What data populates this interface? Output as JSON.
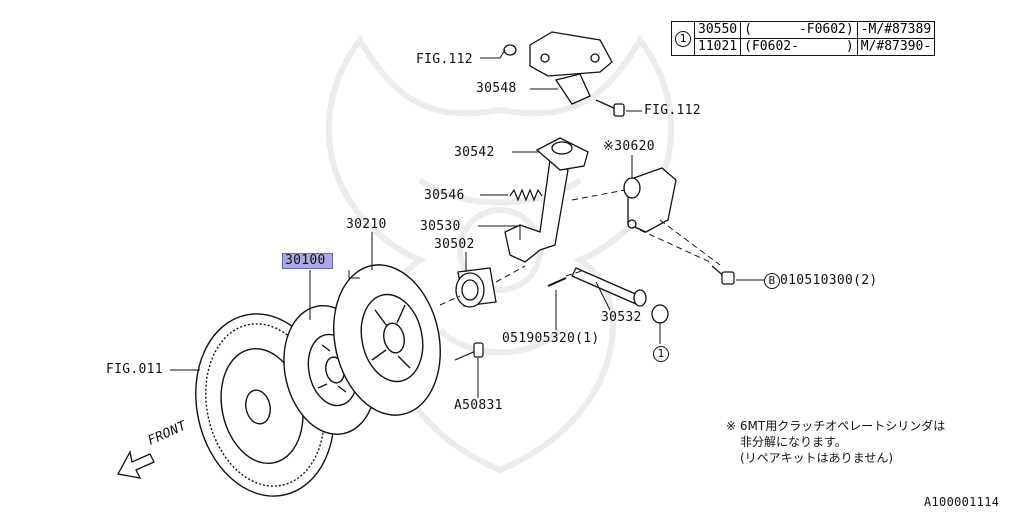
{
  "diagram": {
    "part_labels": {
      "fig112_top": "FIG.112",
      "p30548": "30548",
      "fig112_right": "FIG.112",
      "p30542": "30542",
      "p30620": "※30620",
      "p30546": "30546",
      "p30210": "30210",
      "p30530": "30530",
      "p30502": "30502",
      "p30100": "30100",
      "p010510300": "010510300(2)",
      "b_marker": "B",
      "p30532": "30532",
      "p051905320": "051905320(1)",
      "fig011": "FIG.011",
      "a50831": "A50831",
      "ref1": "1",
      "front": "FRONT"
    },
    "table": {
      "ref": "1",
      "rows": [
        {
          "part": "30550",
          "range": "(      -F0602)",
          "model": "-M/#87389"
        },
        {
          "part": "11021",
          "range": "(F0602-      )",
          "model": "M/#87390-"
        }
      ]
    },
    "note": {
      "line1": "※ 6MT用クラッチオペレートシリンダは",
      "line2": "非分解になります。",
      "line3": "(リペアキットはありません)"
    },
    "diagram_id": "A100001114",
    "highlight_color": "#a9a9e8"
  }
}
